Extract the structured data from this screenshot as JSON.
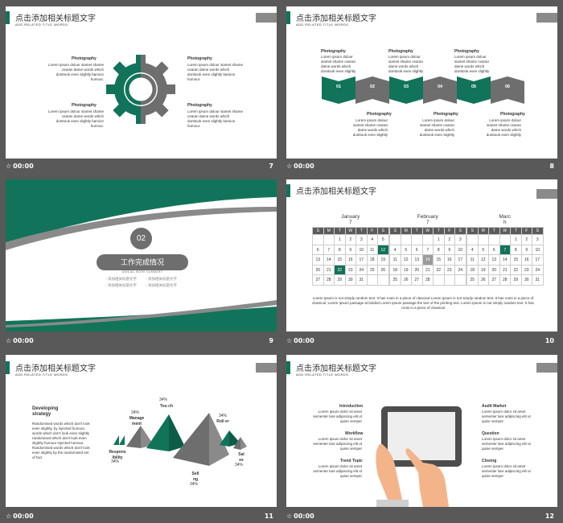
{
  "colors": {
    "accent": "#11745a",
    "gray": "#6e6e6e",
    "bg": "#595959"
  },
  "header": {
    "title": "点击添加相关标题文字",
    "subtitle": "ADD RELATED TITLE WORDS"
  },
  "common": {
    "time": "00:00"
  },
  "slides": {
    "s7": {
      "number": "7",
      "blocks": [
        {
          "title": "Photography",
          "text": "Lorem ipsum dolour siamet shame cearan dame words which donttook even slightly barsion humour."
        },
        {
          "title": "Photography",
          "text": "Lorem ipsum dolour siamet shame cearan dame words which donttook even slightly barsion humour."
        },
        {
          "title": "Photography",
          "text": "Lorem ipsum dolour siamet shame cearan dame words which donttook even slightly barsion humour."
        },
        {
          "title": "Photography",
          "text": "Lorem ipsum dolour siamet shame cearan dame words which donttook even slightly barsion humour."
        }
      ]
    },
    "s8": {
      "number": "8",
      "steps": [
        "01",
        "02",
        "03",
        "04",
        "05",
        "06"
      ],
      "blocks": [
        {
          "title": "Photography",
          "text": "Lorem ipsum dolour siamet shame cearan dame words which donttook even slightly"
        },
        {
          "title": "Photography",
          "text": "Lorem ipsum dolour siamet shame cearan dame words which donttook even slightly"
        },
        {
          "title": "Photography",
          "text": "Lorem ipsum dolour siamet shame cearan dame words which donttook even slightly"
        },
        {
          "title": "Photography",
          "text": "Lorem ipsum dolour siamet shame cearan dame words which donttook even slightly"
        },
        {
          "title": "Photography",
          "text": "Lorem ipsum dolour siamet shame cearan dame words which donttook even slightly"
        },
        {
          "title": "Photography",
          "text": "Lorem ipsum dolour siamet shame cearan dame words which donttook even slightly"
        }
      ]
    },
    "s9": {
      "number": "9",
      "badge": "02",
      "title": "工作完成情况",
      "subtitle": "ANNUAL WORK SUMMARY",
      "bullets": [
        "添加相关标题文字",
        "添加相关标题文字",
        "添加相关标题文字",
        "添加相关标题文字"
      ]
    },
    "s10": {
      "number": "10",
      "months": [
        {
          "label": "January",
          "day": "7",
          "weekdays": [
            "S",
            "M",
            "T",
            "W",
            "T",
            "F",
            "S"
          ],
          "rows": [
            [
              "",
              "",
              "1",
              "2",
              "3",
              "4",
              "5"
            ],
            [
              "6",
              "7",
              "8",
              "9",
              "10",
              "11",
              "12"
            ],
            [
              "13",
              "14",
              "15",
              "16",
              "17",
              "18",
              "19"
            ],
            [
              "20",
              "21",
              "22",
              "23",
              "24",
              "25",
              "26"
            ],
            [
              "27",
              "28",
              "29",
              "30",
              "31",
              "",
              ""
            ]
          ]
        },
        {
          "label": "February",
          "day": "7",
          "weekdays": [
            "S",
            "M",
            "T",
            "W",
            "T",
            "F",
            "S"
          ],
          "rows": [
            [
              "",
              "",
              "",
              "",
              "1",
              "2",
              "3"
            ],
            [
              "4",
              "5",
              "6",
              "7",
              "8",
              "9",
              "10"
            ],
            [
              "11",
              "12",
              "13",
              "14",
              "15",
              "16",
              "17"
            ],
            [
              "18",
              "19",
              "20",
              "21",
              "22",
              "23",
              "24"
            ],
            [
              "25",
              "26",
              "27",
              "28",
              "",
              "",
              ""
            ]
          ]
        },
        {
          "label": "Marc",
          "day": "h",
          "weekdays": [
            "S",
            "M",
            "T",
            "W",
            "T",
            "F",
            "S"
          ],
          "rows": [
            [
              "",
              "",
              "",
              "",
              "1",
              "2",
              "3"
            ],
            [
              "4",
              "5",
              "6",
              "7",
              "8",
              "9",
              "10"
            ],
            [
              "11",
              "12",
              "13",
              "14",
              "15",
              "16",
              "17"
            ],
            [
              "18",
              "19",
              "20",
              "21",
              "22",
              "23",
              "24"
            ],
            [
              "25",
              "26",
              "27",
              "28",
              "29",
              "30",
              "31"
            ]
          ]
        }
      ],
      "paragraph": "Lorem Ipsum is not simply random text. It has roots in a piece of classical Lorem Ipsum is not simply random text. It has roots in a piece of classical. Lorem Ipsum passage at bolded Lorem Ipsum passage the text of the printing text. Lorem Ipsum is not simply random text. It has roots in a piece of classical"
    },
    "s11": {
      "number": "11",
      "heading": "Developing strategy",
      "text": "Randomised words which don't look even slightly, by injected humour, words which don't look even slightly randomised which don't look even slightly humour injected humour. Randomised words which don't look even slightly by the randomised set of fact",
      "labels": [
        {
          "name": "Respons ibility",
          "pct": "34%"
        },
        {
          "name": "Manage ment",
          "pct": "34%"
        },
        {
          "name": "Tou ch",
          "pct": "34%"
        },
        {
          "name": "Sell ng",
          "pct": "34%"
        },
        {
          "name": "Roll er",
          "pct": "34%"
        },
        {
          "name": "Sal es",
          "pct": "34%"
        }
      ]
    },
    "s12": {
      "number": "12",
      "left": [
        {
          "title": "Introduction",
          "text": "Lorem ipsum dolor sit amet sementer lare adipiscing elit ut quise semper"
        },
        {
          "title": "Workflow",
          "text": "Lorem ipsum dolor sit amet sementer lare adipiscing elit ut quise semper"
        },
        {
          "title": "Trend Topic",
          "text": "Lorem ipsum dolor sit amet sementer lare adipiscing elit ut quise semper"
        }
      ],
      "right": [
        {
          "title": "Audit Market",
          "text": "Lorem ipsum dolor sit amet sementer lare adipiscing elit ut quise semper"
        },
        {
          "title": "Question",
          "text": "Lorem ipsum dolor sit amet sementer lare adipiscing elit ut quise semper"
        },
        {
          "title": "Closing",
          "text": "Lorem ipsum dolor sit amet sementer lare adipiscing elit ut quise semper"
        }
      ]
    }
  }
}
